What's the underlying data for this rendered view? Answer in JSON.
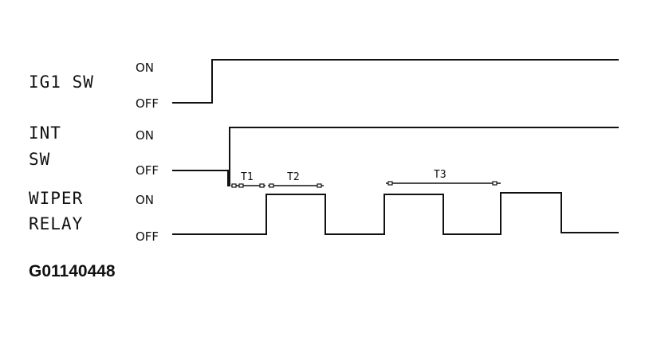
{
  "signals": {
    "ig1": {
      "label": "IG1 SW",
      "on": "ON",
      "off": "OFF"
    },
    "int": {
      "label_line1": "INT",
      "label_line2": "SW",
      "on": "ON",
      "off": "OFF"
    },
    "relay": {
      "label_line1": "WIPER",
      "label_line2": "RELAY",
      "on": "ON",
      "off": "OFF"
    }
  },
  "timing": {
    "t1": "T1",
    "t2": "T2",
    "t3": "T3"
  },
  "figure_id": "G01140448"
}
